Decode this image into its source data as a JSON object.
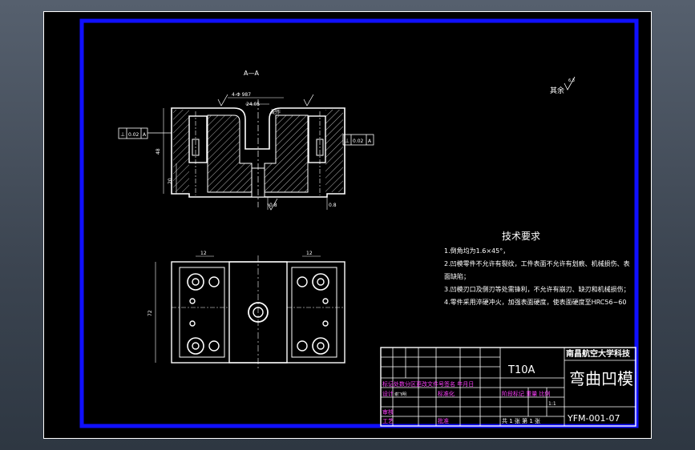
{
  "drawing": {
    "section_label": "A—A",
    "dims": {
      "hole_spec": "4-Φ 987",
      "width_top": "24.05",
      "center_note": "配作",
      "height_left": "48",
      "depth_left": "20",
      "top_w_left": "12",
      "top_w_right": "12",
      "plan_height": "72",
      "small_mark": "0.8"
    },
    "tolerance_left": "0.02",
    "tolerance_right": "0.02",
    "datum": "A",
    "roughness_rest": "其余",
    "roughness_rest_value": "6.3"
  },
  "notes": {
    "title": "技术要求",
    "items": [
      "1.倒角均为1.6×45°，",
      "2.凹模零件不允许有裂纹，工件表面不允许有划痕、机械损伤、表",
      "面缺陷；",
      "3.凹模刃口及侧刃等处需锋利，不允许有崩刃、缺刃和机械损伤；",
      "4.零件采用淬硬冲火，加强表面硬度，使表面硬度至HRC56~60"
    ]
  },
  "title_block": {
    "material": "T10A",
    "school": "南昌航空大学科技",
    "part_name": "弯曲凹模",
    "drawing_no": "YFM-001-07",
    "header_row": "标记处数分区更改文件号签名 年月日",
    "design": "设计",
    "designer": "谢飞明",
    "std": "标准化",
    "stage": "阶段标记 重量 比例",
    "scale": "1:1",
    "review": "审核",
    "process": "工艺",
    "approve": "批准",
    "sheets": "共 1 张 第 1 张"
  },
  "colors": {
    "frame": "#1010ff",
    "lines": "#ffffff",
    "hatch": "#ffffff",
    "title_text": "#ff40ff"
  }
}
